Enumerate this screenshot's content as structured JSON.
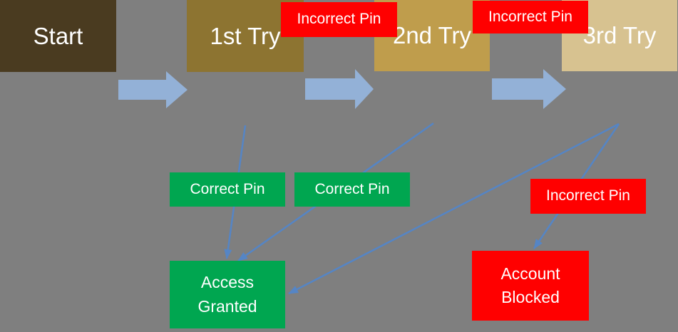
{
  "colors": {
    "background": "#7F7F7F",
    "start_box": "#4A3B20",
    "first_try_box": "#8D7431",
    "second_try_box": "#BF9D4C",
    "third_try_box": "#D7C290",
    "flow_arrow": "#93B1D7",
    "connector_line": "#5585C5",
    "success_green": "#00A650",
    "failure_red": "#FF0000",
    "text": "#FFFFFF"
  },
  "nodes": {
    "start": {
      "label": "Start"
    },
    "first_try": {
      "label": "1st Try"
    },
    "second_try": {
      "label": "2nd Try"
    },
    "third_try": {
      "label": "3rd Try"
    },
    "access_granted": {
      "label": "Access\nGranted"
    },
    "account_blocked": {
      "label": "Account\nBlocked"
    }
  },
  "edge_labels": {
    "incorrect_pin_1": {
      "label": "Incorrect Pin"
    },
    "incorrect_pin_2": {
      "label": "Incorrect Pin"
    },
    "incorrect_pin_3": {
      "label": "Incorrect Pin"
    },
    "correct_pin_1": {
      "label": "Correct Pin"
    },
    "correct_pin_2": {
      "label": "Correct Pin"
    }
  },
  "edges": [
    {
      "from": "start",
      "to": "first_try",
      "type": "flow-arrow",
      "label": ""
    },
    {
      "from": "first_try",
      "to": "second_try",
      "type": "flow-arrow",
      "label": "Incorrect Pin"
    },
    {
      "from": "second_try",
      "to": "third_try",
      "type": "flow-arrow",
      "label": "Incorrect Pin"
    },
    {
      "from": "first_try",
      "to": "access_granted",
      "type": "connector",
      "label": "Correct Pin"
    },
    {
      "from": "second_try",
      "to": "access_granted",
      "type": "connector",
      "label": "Correct Pin"
    },
    {
      "from": "third_try",
      "to": "access_granted",
      "type": "connector",
      "label": ""
    },
    {
      "from": "third_try",
      "to": "account_blocked",
      "type": "connector",
      "label": "Incorrect Pin"
    }
  ]
}
